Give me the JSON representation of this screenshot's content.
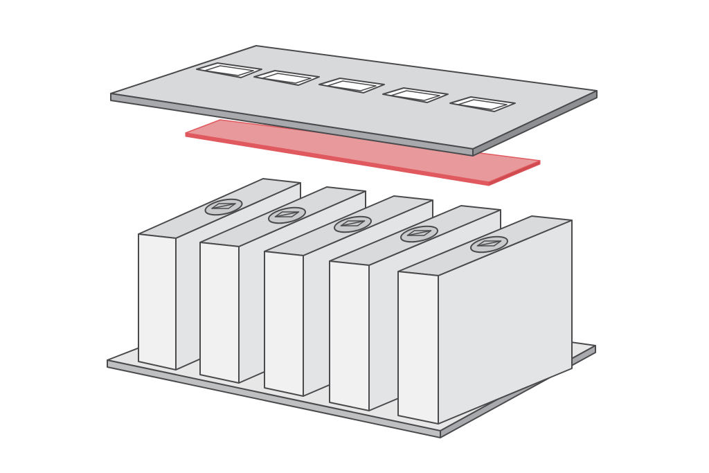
{
  "diagram": {
    "kind": "exploded battery module assembly",
    "parts": [
      {
        "id": "top-cover",
        "icon": "cover-plate-with-slots",
        "slot_count": 5
      },
      {
        "id": "insulation-sheet",
        "icon": "thin-sheet"
      },
      {
        "id": "cells",
        "icon": "prismatic-cell",
        "count": 5
      },
      {
        "id": "base-plate",
        "icon": "flat-plate"
      }
    ]
  },
  "colors": {
    "background": "#ffffff",
    "outline": "#4a4a4c",
    "cover_top": "#d8d9db",
    "cover_side": "#a7a9ac",
    "sheet": "#e8999c",
    "sheet_edge": "#e0595e",
    "cell_top": "#d9dadc",
    "cell_front": "#f1f1f2",
    "cell_side": "#e3e4e5",
    "base_top": "#e7e7e8",
    "base_side": "#bfc0c2"
  }
}
